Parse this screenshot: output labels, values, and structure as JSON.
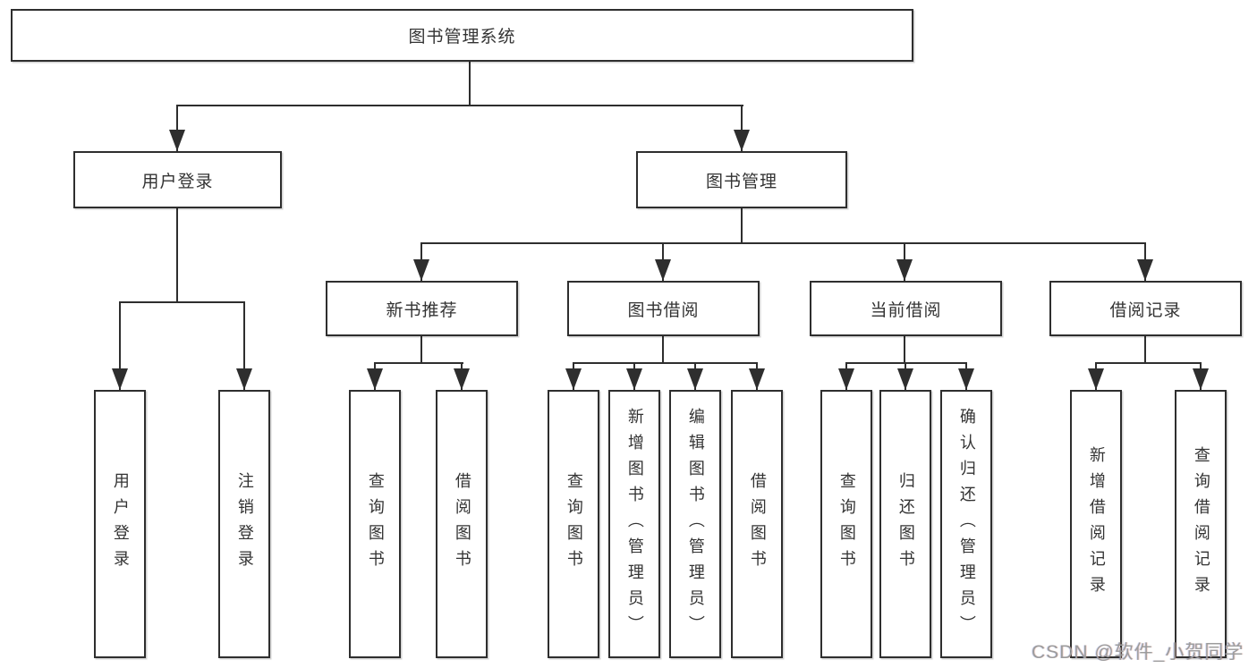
{
  "diagram": {
    "type": "hierarchy-tree",
    "watermark": "CSDN @软件_小贺同学",
    "colors": {
      "line": "#2e2e2e",
      "box_border": "#2e2e2e",
      "text": "#333333",
      "watermark": "#9c9c9c",
      "background": "#ffffff"
    },
    "tree": {
      "label": "图书管理系统",
      "children": [
        {
          "label": "用户登录",
          "children": [
            {
              "label": "用户登录"
            },
            {
              "label": "注销登录"
            }
          ]
        },
        {
          "label": "图书管理",
          "children": [
            {
              "label": "新书推荐",
              "children": [
                {
                  "label": "查询图书"
                },
                {
                  "label": "借阅图书"
                }
              ]
            },
            {
              "label": "图书借阅",
              "children": [
                {
                  "label": "查询图书"
                },
                {
                  "label": "新增图书（管理员）"
                },
                {
                  "label": "编辑图书（管理员）"
                },
                {
                  "label": "借阅图书"
                }
              ]
            },
            {
              "label": "当前借阅",
              "children": [
                {
                  "label": "查询图书"
                },
                {
                  "label": "归还图书"
                },
                {
                  "label": "确认归还（管理员）"
                }
              ]
            },
            {
              "label": "借阅记录",
              "children": [
                {
                  "label": "新增借阅记录"
                },
                {
                  "label": "查询借阅记录"
                }
              ]
            }
          ]
        }
      ]
    }
  }
}
